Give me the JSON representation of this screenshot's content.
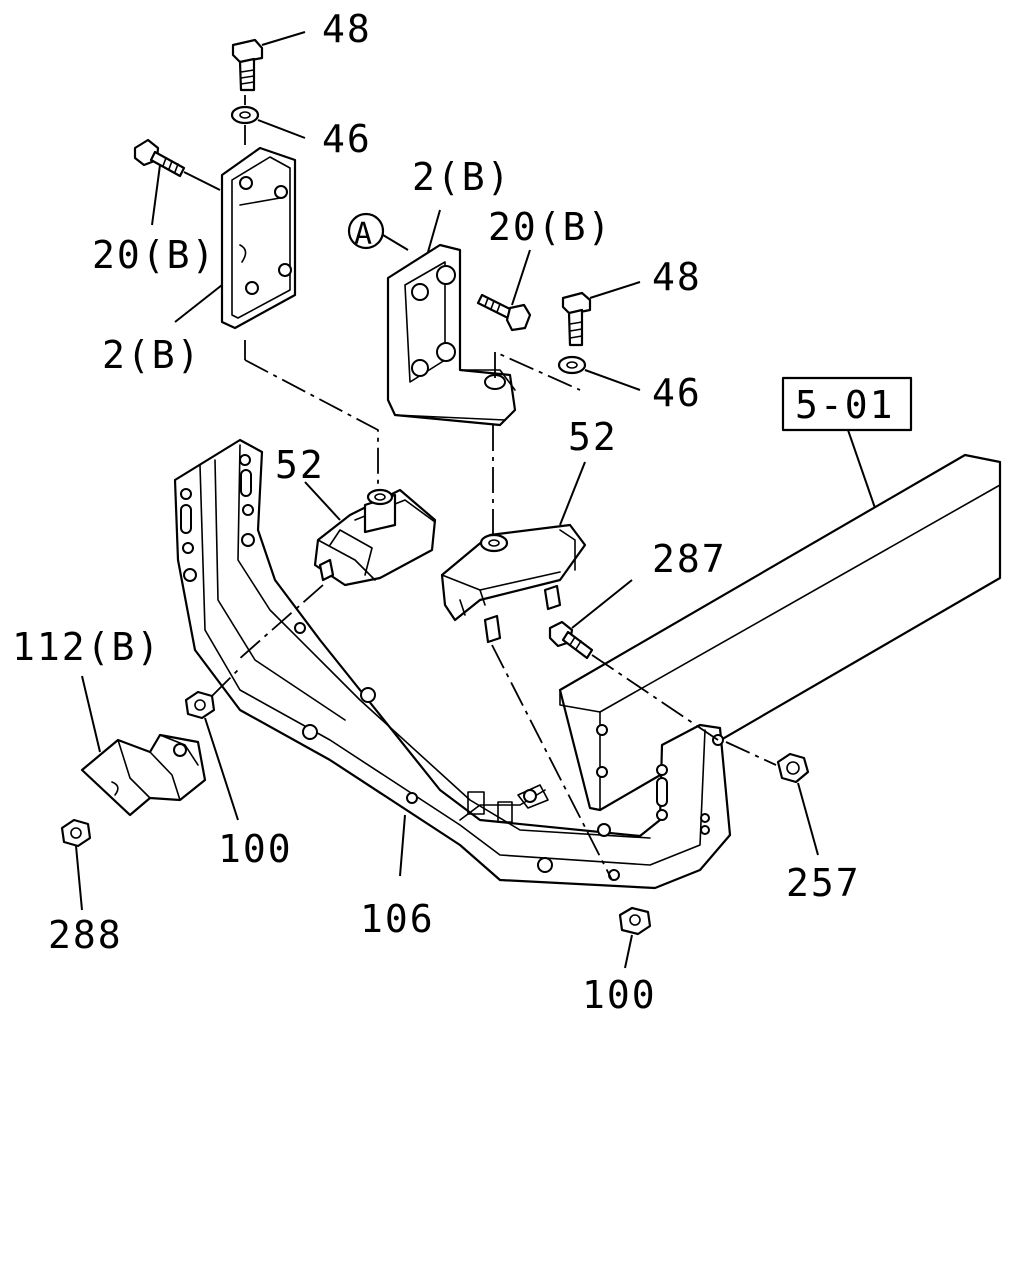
{
  "labels": {
    "bolt_48_top": "48",
    "washer_46_top": "46",
    "bolt_20b_left": "20(B)",
    "bracket_2b_left": "2(B)",
    "bracket_2b_center": "2(B)",
    "bolt_20b_center": "20(B)",
    "bolt_48_right": "48",
    "washer_46_right": "46",
    "callout_a": "A",
    "ref_box": "5-01",
    "mount_52_left": "52",
    "mount_52_right": "52",
    "bolt_287": "287",
    "bracket_112b": "112(B)",
    "nut_100_left": "100",
    "nut_288": "288",
    "crossmember_106": "106",
    "nut_257": "257",
    "nut_100_bottom": "100"
  },
  "colors": {
    "line": "#000000",
    "background": "#ffffff"
  }
}
